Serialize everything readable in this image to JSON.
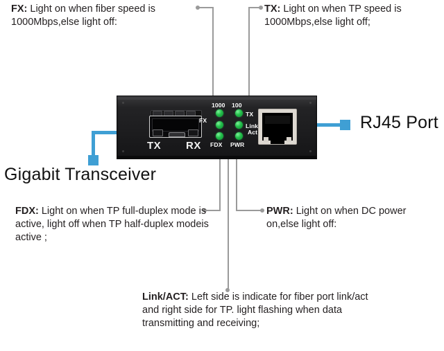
{
  "diagram": {
    "title": "Gigabit Media Converter Front Panel Annotated Diagram",
    "accent_blue": "#3f9fd4",
    "leader_grey": "#9a9a9a",
    "led_green": "#25c04c",
    "device_body": "#1d1d1f"
  },
  "callouts": {
    "fx": {
      "label": "FX:",
      "text": " Light on when fiber speed is 1000Mbps,else light off:"
    },
    "tx": {
      "label": "TX:",
      "text": " Light on when TP speed is 1000Mbps,else light off;"
    },
    "fdx": {
      "label": "FDX:",
      "text": "  Light on when TP full-duplex mode is active, light off when TP half-duplex modeis active ;"
    },
    "pwr": {
      "label": "PWR:",
      "text": " Light on when DC power on,else light off:"
    },
    "link_act": {
      "label": "Link/ACT:",
      "text": " Left side is indicate for fiber port link/act and right side for TP. light flashing when data transmitting and receiving;"
    }
  },
  "blue_labels": {
    "rj45_port": "RJ45 Port",
    "gigabit_transceiver": "Gigabit Transceiver"
  },
  "device": {
    "sfp_port": {
      "tx_label": "TX",
      "rx_label": "RX"
    },
    "led_panel": {
      "top_labels": [
        "1000",
        "100"
      ],
      "left_label": "FX",
      "right_labels": [
        "TX",
        "Link/",
        "Act"
      ],
      "bottom_labels": [
        "FDX",
        "PWR"
      ],
      "leds": [
        {
          "name": "led-1000-fx",
          "state": "on"
        },
        {
          "name": "led-100-tx",
          "state": "on"
        },
        {
          "name": "led-fx-link",
          "state": "on"
        },
        {
          "name": "led-link-act",
          "state": "on"
        },
        {
          "name": "led-fdx",
          "state": "on"
        },
        {
          "name": "led-pwr",
          "state": "on"
        }
      ]
    }
  }
}
